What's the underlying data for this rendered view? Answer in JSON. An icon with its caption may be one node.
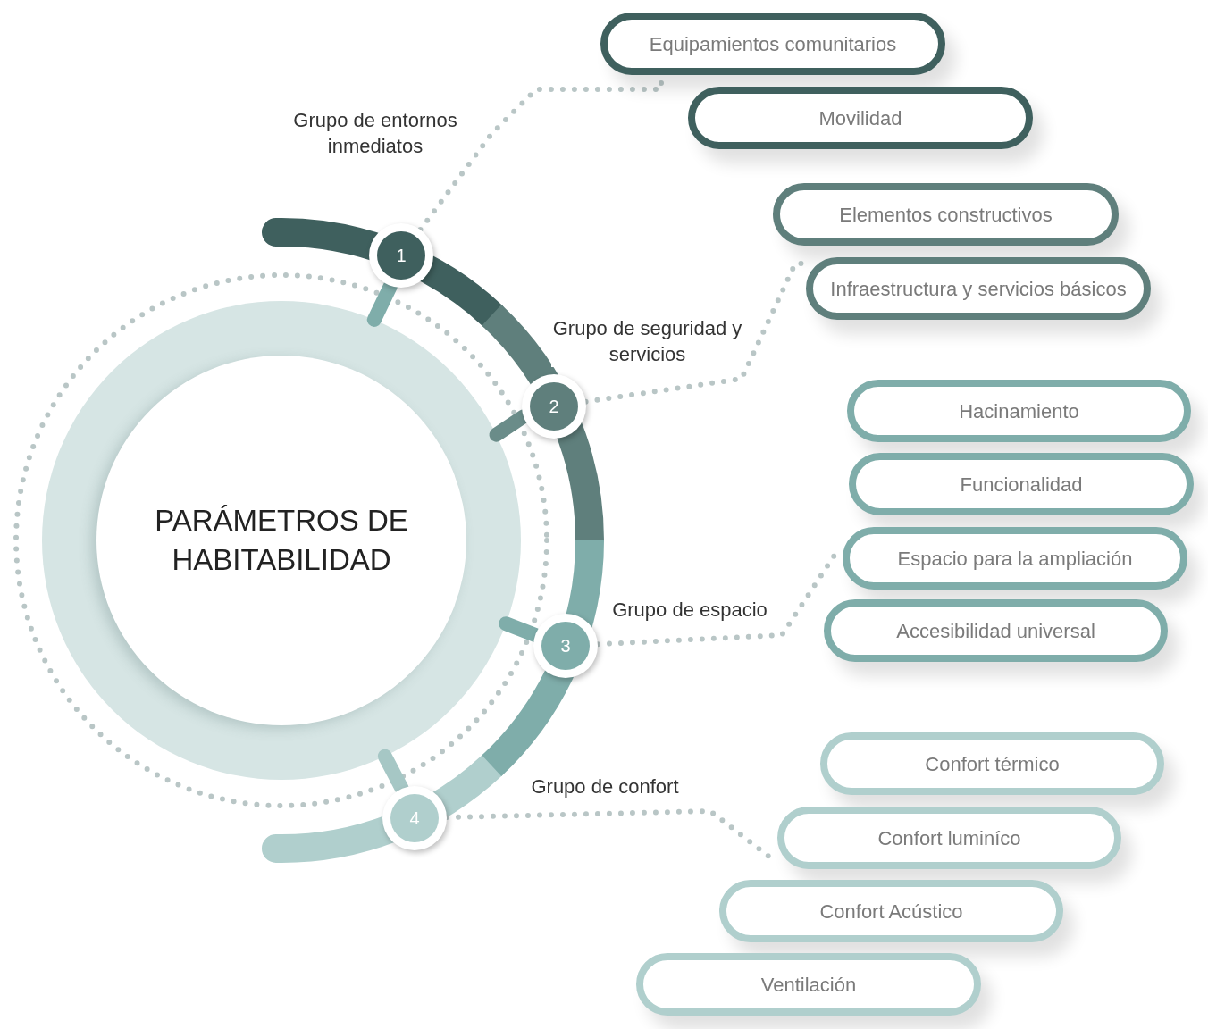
{
  "diagram": {
    "nodes": [
      {
        "text": [
          "PARÁMETROS DE HABITABILIDAD"
        ]
      },
      {
        "text": [
          "1"
        ],
        "beside": [
          "Grupo de entornos inmediatos"
        ]
      },
      {
        "text": [
          "Equipamientos comunitarios"
        ]
      },
      {
        "text": [
          "Movilidad"
        ]
      },
      {
        "text": [
          "2"
        ],
        "beside": [
          "Grupo de seguridad y servicios"
        ]
      },
      {
        "text": [
          "Elementos constructivos"
        ]
      },
      {
        "text": [
          "Infraestructura y servicios básicos"
        ]
      },
      {
        "text": [
          "3"
        ],
        "beside": [
          "Grupo de espacio"
        ]
      },
      {
        "text": [
          "Hacinamiento"
        ]
      },
      {
        "text": [
          "Funcionalidad"
        ]
      },
      {
        "text": [
          "Espacio para la ampliación"
        ]
      },
      {
        "text": [
          "Accesibilidad universal"
        ]
      },
      {
        "text": [
          "4"
        ]
      },
      {
        "text": [
          "Confort térmico"
        ]
      },
      {
        "text": [
          "Confort luminíco"
        ]
      },
      {
        "text": [
          "Confort Acústico"
        ]
      },
      {
        "text": [
          "Ventilación"
        ]
      }
    ],
    "edges": [
      {
        "from": 1,
        "to": 0,
        "arrow": "none",
        "style": "thick",
        "color": "#7fadaa"
      },
      {
        "from": 4,
        "to": 0,
        "arrow": "none",
        "style": "thick",
        "color": "#6a8c89"
      },
      {
        "from": 7,
        "to": 0,
        "arrow": "none",
        "style": "thick",
        "color": "#7fadaa"
      },
      {
        "from": 12,
        "to": 0,
        "arrow": "none",
        "style": "thick",
        "color": "#a6c7c5"
      },
      {
        "from": 1,
        "to": 2,
        "arrow": "none",
        "style": "dashed"
      },
      {
        "from": 4,
        "to": 6,
        "arrow": "none",
        "style": "dashed"
      },
      {
        "from": 7,
        "to": 10,
        "arrow": "none",
        "style": "dashed"
      },
      {
        "from": 12,
        "to": 14,
        "arrow": "none",
        "style": "dashed"
      }
    ],
    "labels": [
      "Grupo de confort"
    ]
  }
}
